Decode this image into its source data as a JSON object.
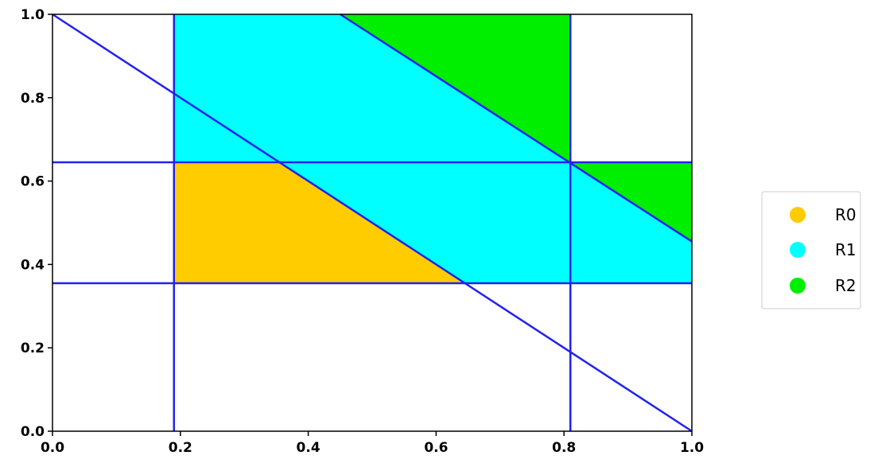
{
  "chart_data": {
    "type": "area",
    "title": "",
    "xlabel": "",
    "ylabel": "",
    "xlim": [
      0.0,
      1.0
    ],
    "ylim": [
      0.0,
      1.0
    ],
    "grid": false,
    "legend_position": "right",
    "x_ticks": [
      "0.0",
      "0.2",
      "0.4",
      "0.6",
      "0.8",
      "1.0"
    ],
    "y_ticks": [
      "0.0",
      "0.2",
      "0.4",
      "0.6",
      "0.8",
      "1.0"
    ],
    "x_tick_values": [
      0,
      0.2,
      0.4,
      0.6,
      0.8,
      1.0
    ],
    "y_tick_values": [
      0,
      0.2,
      0.4,
      0.6,
      0.8,
      1.0
    ],
    "boundary_lines": [
      {
        "kind": "vertical",
        "x": 0.19
      },
      {
        "kind": "vertical",
        "x": 0.81
      },
      {
        "kind": "horizontal",
        "y": 0.355
      },
      {
        "kind": "horizontal",
        "y": 0.645
      },
      {
        "kind": "segment",
        "from": [
          0.0,
          1.0
        ],
        "to": [
          1.0,
          0.0
        ]
      },
      {
        "kind": "segment",
        "from": [
          0.45,
          1.0
        ],
        "to": [
          1.0,
          0.455
        ]
      }
    ],
    "regions": [
      {
        "name": "R0",
        "color": "#ffcc00",
        "polygons": [
          [
            [
              0.19,
              0.81
            ],
            [
              0.19,
              0.355
            ],
            [
              0.645,
              0.355
            ]
          ]
        ]
      },
      {
        "name": "R1",
        "color": "#00ffff",
        "polygons": [
          [
            [
              0.19,
              1.0
            ],
            [
              0.45,
              1.0
            ],
            [
              0.81,
              0.645
            ],
            [
              0.19,
              0.645
            ]
          ],
          [
            [
              0.19,
              0.645
            ],
            [
              0.81,
              0.645
            ],
            [
              0.81,
              0.355
            ],
            [
              0.645,
              0.355
            ],
            [
              0.19,
              0.81
            ]
          ],
          [
            [
              0.81,
              0.645
            ],
            [
              1.0,
              0.455
            ],
            [
              1.0,
              0.355
            ],
            [
              0.81,
              0.355
            ]
          ]
        ]
      },
      {
        "name": "R2",
        "color": "#00ee00",
        "polygons": [
          [
            [
              0.45,
              1.0
            ],
            [
              0.81,
              1.0
            ],
            [
              0.81,
              0.645
            ]
          ],
          [
            [
              0.81,
              0.645
            ],
            [
              1.0,
              0.645
            ],
            [
              1.0,
              0.455
            ]
          ]
        ]
      }
    ],
    "line_color": "#2222ee",
    "legend": [
      {
        "label": "R0",
        "color": "#ffcc00"
      },
      {
        "label": "R1",
        "color": "#00ffff"
      },
      {
        "label": "R2",
        "color": "#00ee00"
      }
    ]
  }
}
